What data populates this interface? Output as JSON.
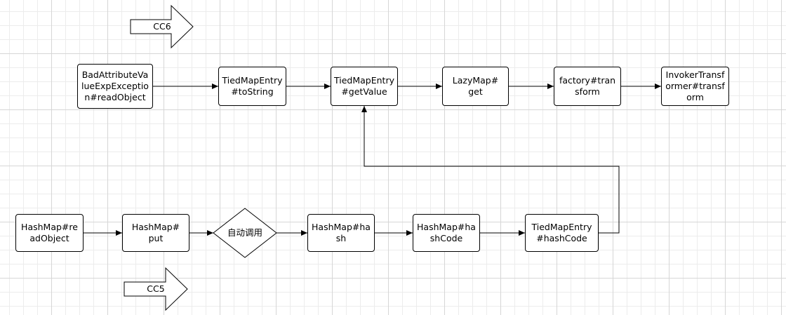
{
  "colors": {
    "stroke": "#000000",
    "node_fill": "#ffffff",
    "grid": "#d6d6d6"
  },
  "chains": {
    "cc6": {
      "label": "CC6",
      "nodes": [
        "BadAttributeValueExpException#readObject",
        "TiedMapEntry#toString",
        "TiedMapEntry#getValue",
        "LazyMap#get",
        "factory#transform",
        "InvokerTransformer#transform"
      ]
    },
    "cc5": {
      "label": "CC5",
      "nodes": [
        "HashMap#readObject",
        "HashMap#put",
        "HashMap#hash",
        "HashMap#hashCode",
        "TiedMapEntry#hashCode"
      ],
      "decision": "自动调用"
    }
  }
}
